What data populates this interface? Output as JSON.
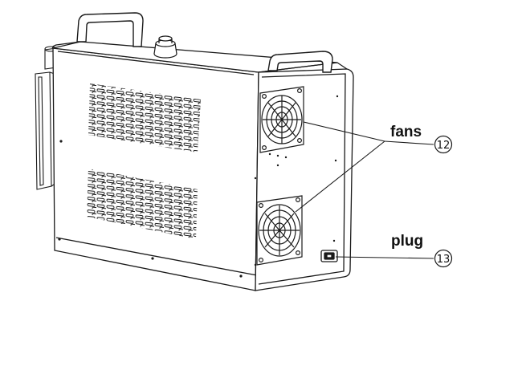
{
  "callouts": [
    {
      "label": "fans",
      "number": "12"
    },
    {
      "label": "plug",
      "number": "13"
    }
  ],
  "colors": {
    "line": "#1a1a1a",
    "background": "#ffffff"
  }
}
